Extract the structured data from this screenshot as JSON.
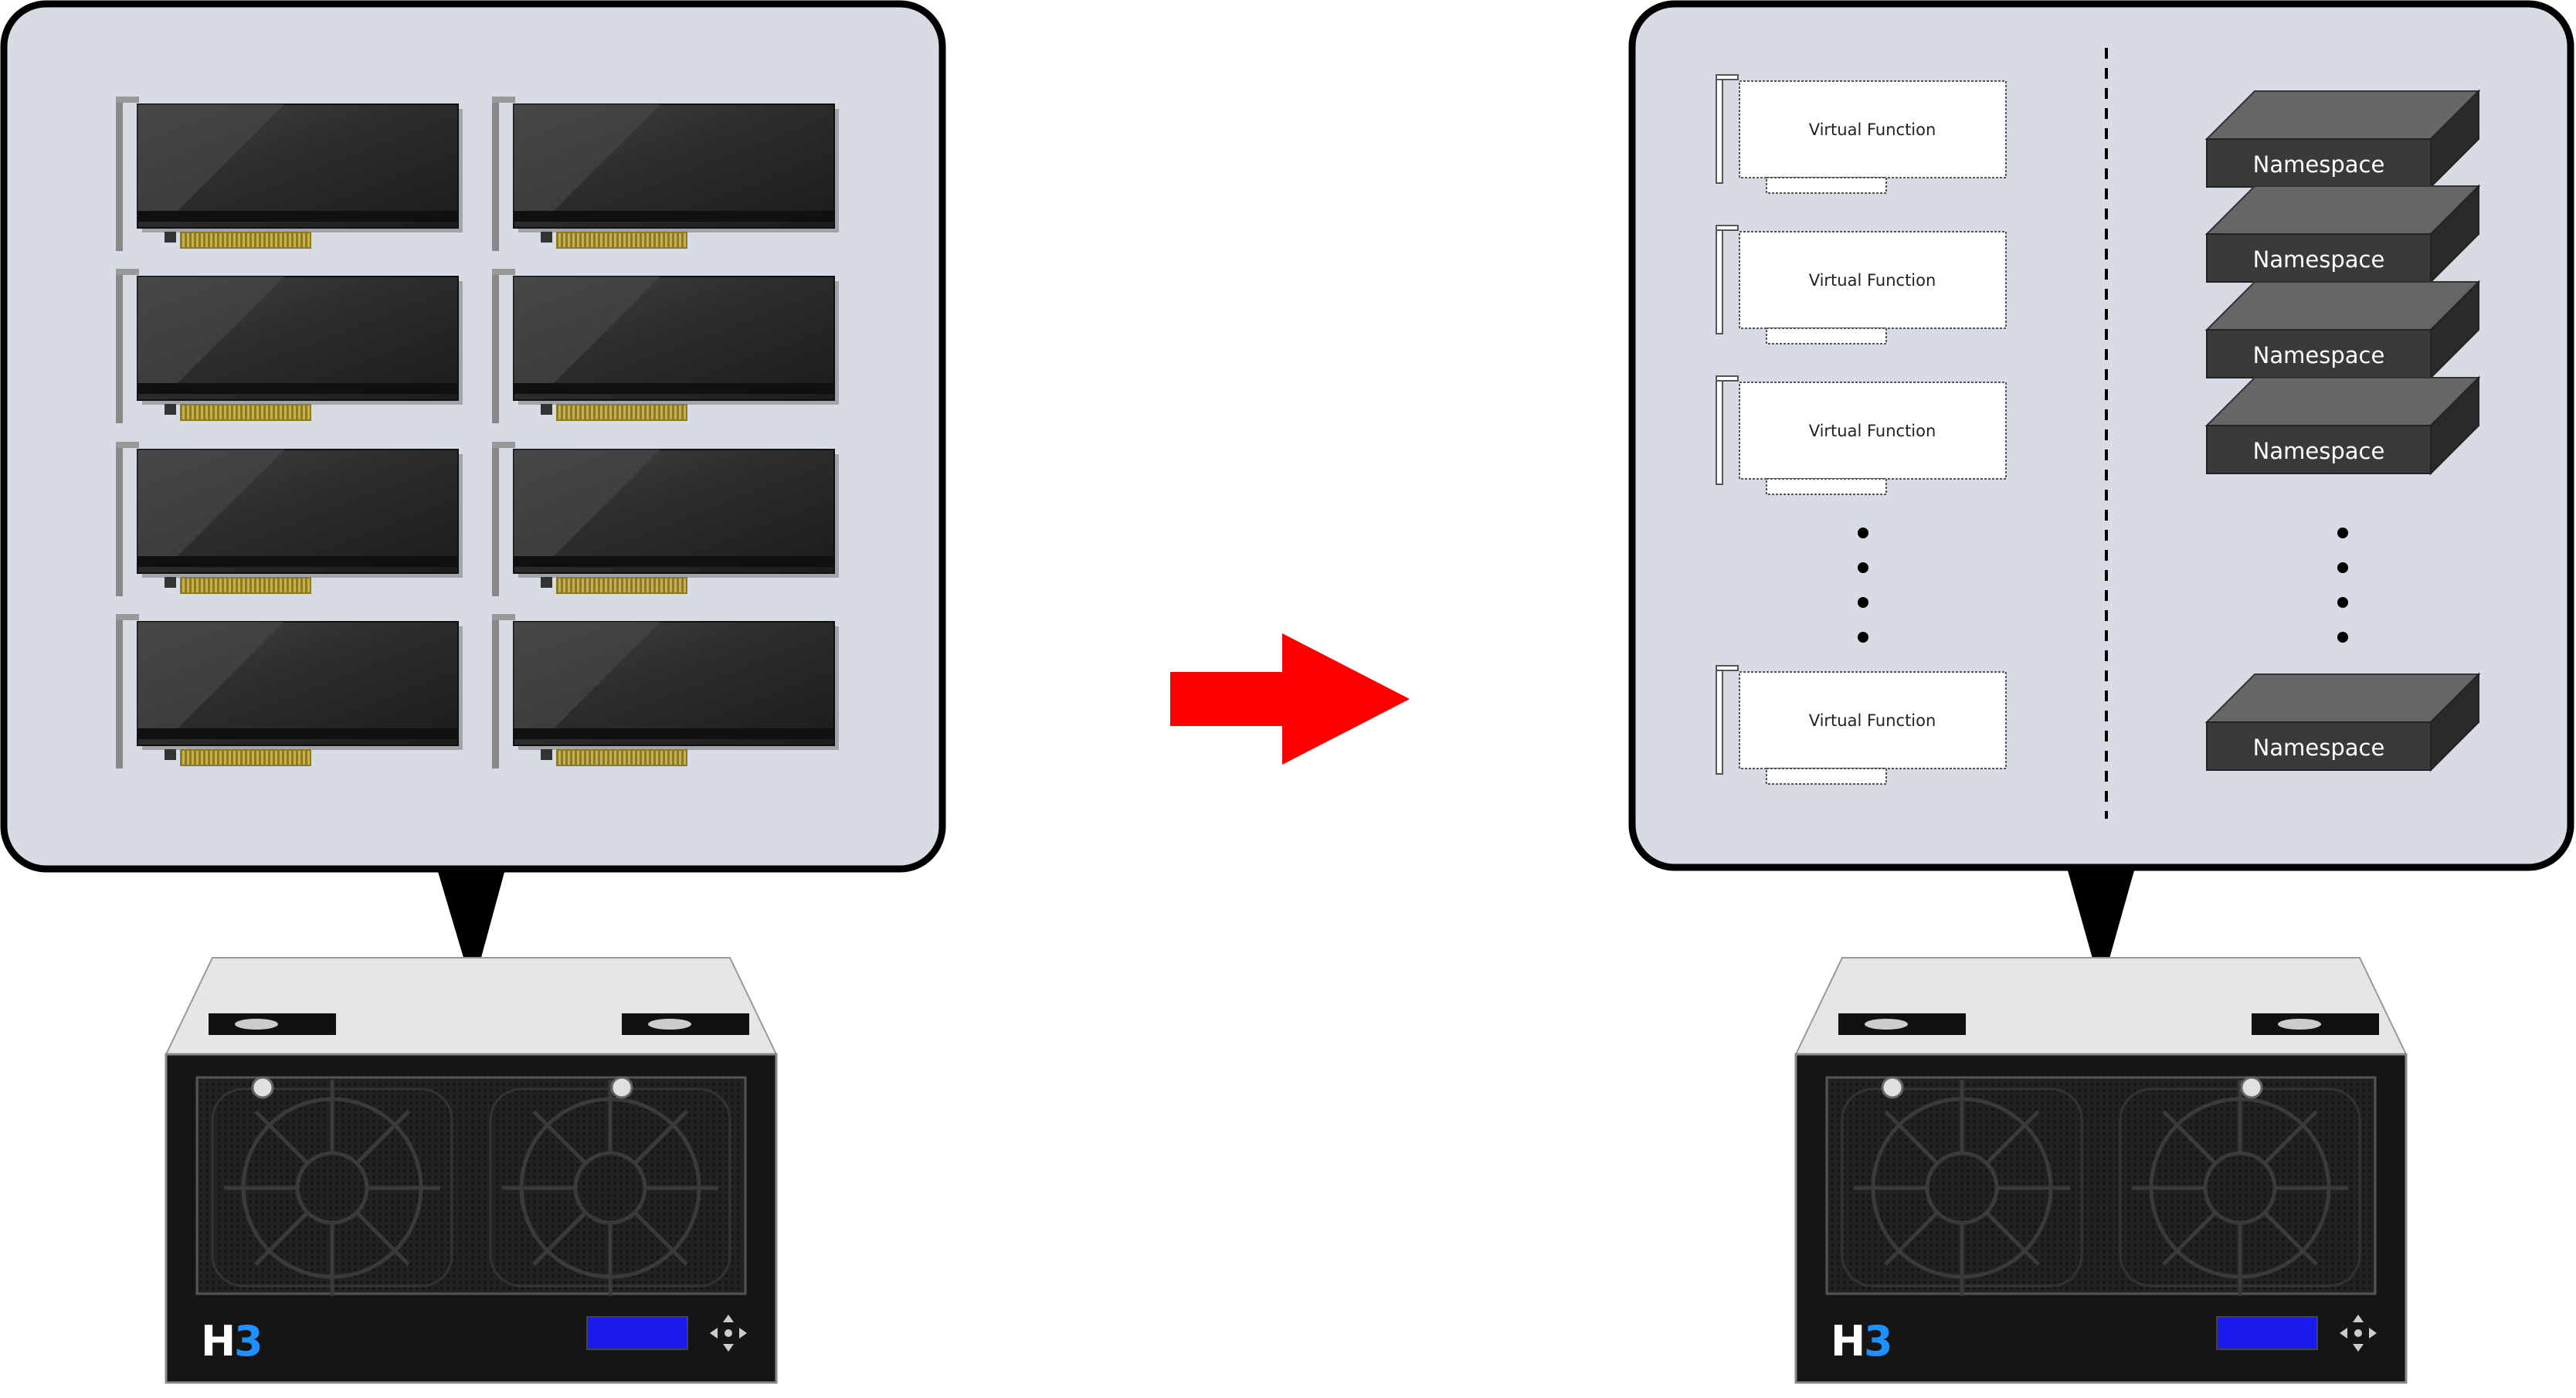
{
  "colors": {
    "panel_fill": "#d6dbe4",
    "panel_stroke": "#000000",
    "arrow": "#ff0000",
    "gpu_body": "#222222",
    "gpu_sheen": "#3a3a3a",
    "gold_fingers": "#8a7a2a",
    "namespace_front": "#3a3a3a",
    "namespace_top": "#666666",
    "namespace_side": "#2a2a2a",
    "chassis_top": "#e6e6e6",
    "chassis_front": "#151515",
    "lcd": "#1a1aee",
    "logo_h": "#ffffff",
    "logo_3": "#1e90ff"
  },
  "left_server": {
    "gpu_cards": 8,
    "logo_h": "H",
    "logo_3": "3"
  },
  "right_server": {
    "virtual_functions": [
      "Virtual Function",
      "Virtual Function",
      "Virtual Function",
      "Virtual Function"
    ],
    "namespaces": [
      "Namespace",
      "Namespace",
      "Namespace",
      "Namespace",
      "Namespace"
    ],
    "logo_h": "H",
    "logo_3": "3"
  },
  "arrow_icon": "right-arrow-icon"
}
